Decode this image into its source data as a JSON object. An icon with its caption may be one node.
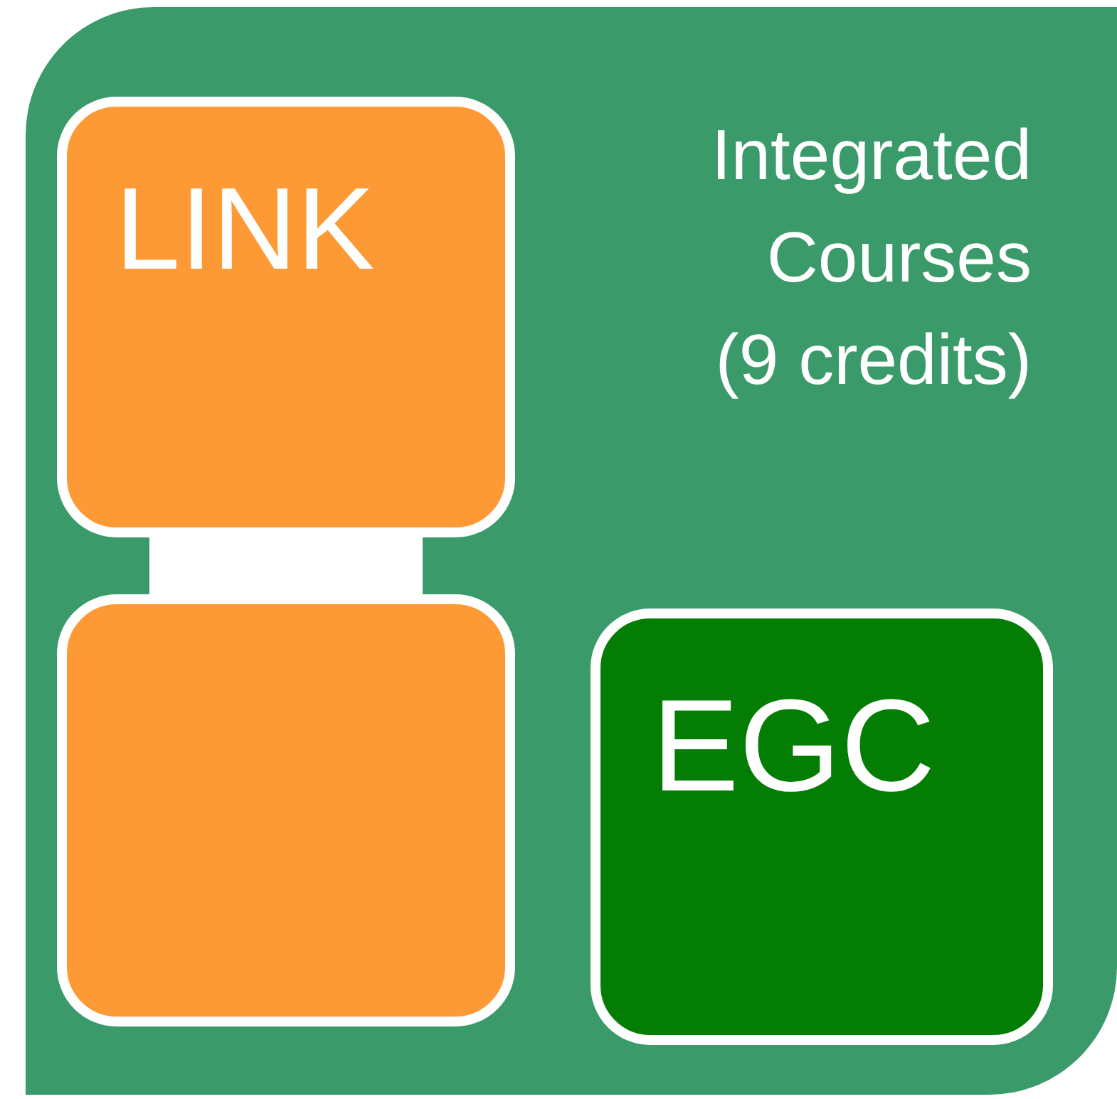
{
  "diagram": {
    "nodes": [
      {
        "text": [
          "Integrated Courses (9 credits)"
        ]
      },
      {
        "text": [
          "LINK"
        ],
        "in": 0
      },
      {
        "text": [],
        "shape": "bar",
        "in": 0
      },
      {
        "text": [],
        "shape": "box",
        "in": 0
      },
      {
        "text": [
          "EGC"
        ],
        "in": 0
      }
    ]
  }
}
